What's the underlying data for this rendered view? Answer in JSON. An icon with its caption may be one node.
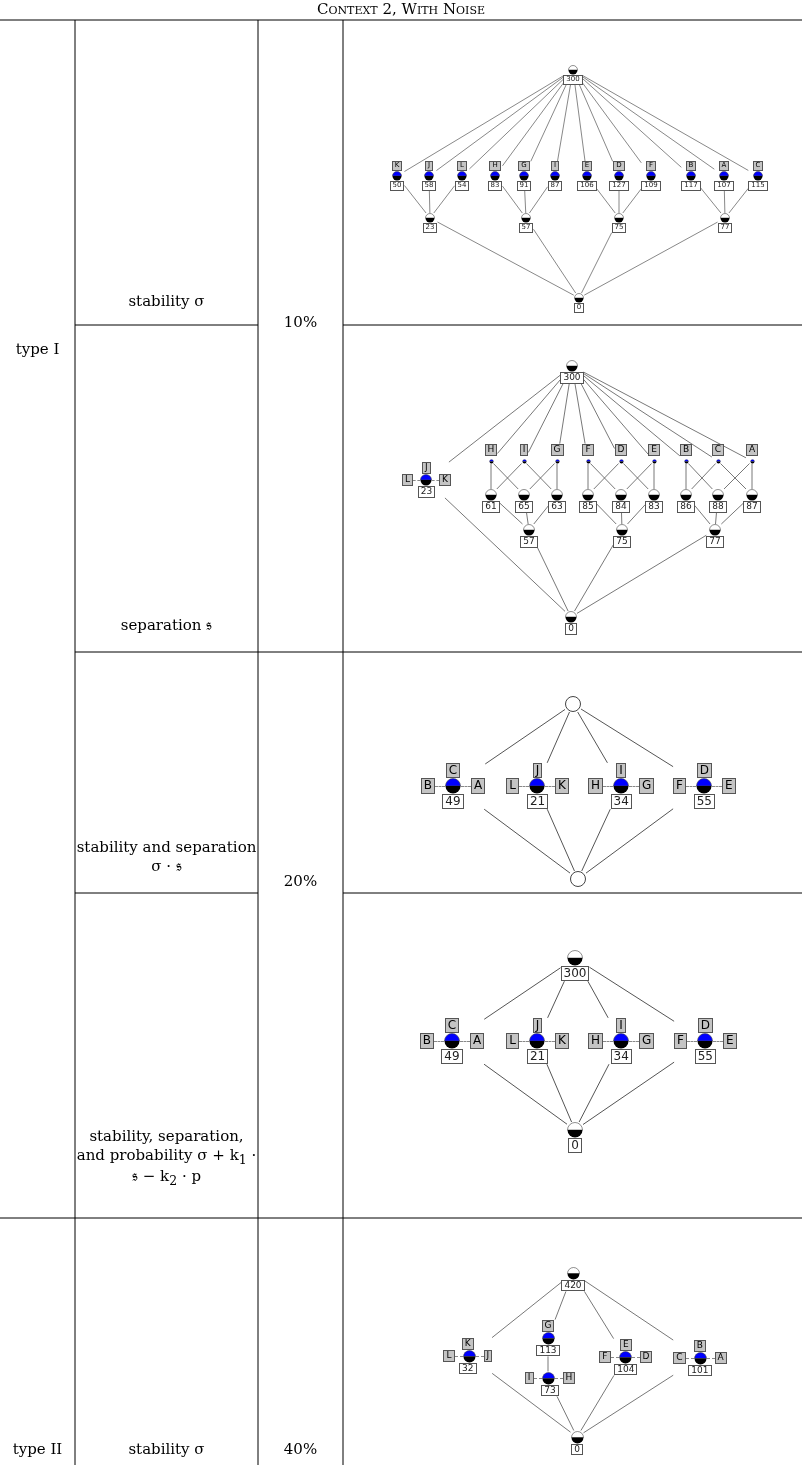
{
  "diagram": {
    "title": "Context 2, With Noise",
    "nodes": [
      {
        "text": [
          "300"
        ]
      },
      {
        "text": [
          "K",
          "50"
        ]
      },
      {
        "text": [
          "J",
          "58"
        ]
      },
      {
        "text": [
          "L",
          "54"
        ]
      },
      {
        "text": [
          "H",
          "83"
        ]
      },
      {
        "text": [
          "G",
          "91"
        ]
      },
      {
        "text": [
          "I",
          "87"
        ]
      },
      {
        "text": [
          "E",
          "106"
        ]
      },
      {
        "text": [
          "D",
          "127"
        ]
      },
      {
        "text": [
          "F",
          "109"
        ]
      },
      {
        "text": [
          "B",
          "117"
        ]
      },
      {
        "text": [
          "A",
          "107"
        ]
      },
      {
        "text": [
          "C",
          "115"
        ]
      },
      {
        "text": [
          "23"
        ]
      },
      {
        "text": [
          "57"
        ]
      },
      {
        "text": [
          "75"
        ]
      },
      {
        "text": [
          "77"
        ]
      },
      {
        "text": [
          "0"
        ]
      },
      {
        "text": [
          "300"
        ]
      },
      {
        "text": [
          "L",
          "J",
          "K",
          "23"
        ]
      },
      {
        "text": [
          "H"
        ]
      },
      {
        "text": [
          "I"
        ]
      },
      {
        "text": [
          "G"
        ]
      },
      {
        "text": [
          "F"
        ]
      },
      {
        "text": [
          "D"
        ]
      },
      {
        "text": [
          "E"
        ]
      },
      {
        "text": [
          "B"
        ]
      },
      {
        "text": [
          "C"
        ]
      },
      {
        "text": [
          "A"
        ]
      },
      {
        "text": [
          "61"
        ]
      },
      {
        "text": [
          "65"
        ]
      },
      {
        "text": [
          "63"
        ]
      },
      {
        "text": [
          "85"
        ]
      },
      {
        "text": [
          "84"
        ]
      },
      {
        "text": [
          "83"
        ]
      },
      {
        "text": [
          "86"
        ]
      },
      {
        "text": [
          "88"
        ]
      },
      {
        "text": [
          "87"
        ]
      },
      {
        "text": [
          "57"
        ]
      },
      {
        "text": [
          "75"
        ]
      },
      {
        "text": [
          "77"
        ]
      },
      {
        "text": [
          "0"
        ]
      },
      {
        "text": [],
        "shape": "circle"
      },
      {
        "text": [
          "B",
          "C",
          "A",
          "49"
        ]
      },
      {
        "text": [
          "L",
          "J",
          "K",
          "21"
        ]
      },
      {
        "text": [
          "H",
          "I",
          "G",
          "34"
        ]
      },
      {
        "text": [
          "F",
          "D",
          "E",
          "55"
        ]
      },
      {
        "text": [],
        "shape": "circle"
      },
      {
        "text": [
          "300"
        ]
      },
      {
        "text": [
          "B",
          "C",
          "A",
          "49"
        ]
      },
      {
        "text": [
          "L",
          "J",
          "K",
          "21"
        ]
      },
      {
        "text": [
          "H",
          "I",
          "G",
          "34"
        ]
      },
      {
        "text": [
          "F",
          "D",
          "E",
          "55"
        ]
      },
      {
        "text": [
          "0"
        ]
      },
      {
        "text": [
          "420"
        ]
      },
      {
        "text": [
          "L",
          "K",
          "J",
          "32"
        ]
      },
      {
        "text": [
          "G",
          "113"
        ]
      },
      {
        "text": [
          "I",
          "H",
          "73"
        ]
      },
      {
        "text": [
          "F",
          "E",
          "D",
          "104"
        ]
      },
      {
        "text": [
          "C",
          "B",
          "A",
          "101"
        ]
      },
      {
        "text": [
          "0"
        ]
      }
    ],
    "edges": [
      {
        "from": 0,
        "to": 1,
        "arrow": "none"
      },
      {
        "from": 0,
        "to": 2,
        "arrow": "none"
      },
      {
        "from": 0,
        "to": 3,
        "arrow": "none"
      },
      {
        "from": 0,
        "to": 4,
        "arrow": "none"
      },
      {
        "from": 0,
        "to": 5,
        "arrow": "none"
      },
      {
        "from": 0,
        "to": 6,
        "arrow": "none"
      },
      {
        "from": 0,
        "to": 7,
        "arrow": "none"
      },
      {
        "from": 0,
        "to": 8,
        "arrow": "none"
      },
      {
        "from": 0,
        "to": 9,
        "arrow": "none"
      },
      {
        "from": 0,
        "to": 10,
        "arrow": "none"
      },
      {
        "from": 0,
        "to": 11,
        "arrow": "none"
      },
      {
        "from": 0,
        "to": 12,
        "arrow": "none"
      },
      {
        "from": 1,
        "to": 13,
        "arrow": "none"
      },
      {
        "from": 2,
        "to": 13,
        "arrow": "none"
      },
      {
        "from": 3,
        "to": 13,
        "arrow": "none"
      },
      {
        "from": 4,
        "to": 14,
        "arrow": "none"
      },
      {
        "from": 5,
        "to": 14,
        "arrow": "none"
      },
      {
        "from": 6,
        "to": 14,
        "arrow": "none"
      },
      {
        "from": 7,
        "to": 15,
        "arrow": "none"
      },
      {
        "from": 8,
        "to": 15,
        "arrow": "none"
      },
      {
        "from": 9,
        "to": 15,
        "arrow": "none"
      },
      {
        "from": 10,
        "to": 16,
        "arrow": "none"
      },
      {
        "from": 11,
        "to": 16,
        "arrow": "none"
      },
      {
        "from": 12,
        "to": 16,
        "arrow": "none"
      },
      {
        "from": 13,
        "to": 17,
        "arrow": "none"
      },
      {
        "from": 14,
        "to": 17,
        "arrow": "none"
      },
      {
        "from": 15,
        "to": 17,
        "arrow": "none"
      },
      {
        "from": 16,
        "to": 17,
        "arrow": "none"
      },
      {
        "from": 18,
        "to": 19,
        "arrow": "none"
      },
      {
        "from": 18,
        "to": 20,
        "arrow": "none"
      },
      {
        "from": 18,
        "to": 21,
        "arrow": "none"
      },
      {
        "from": 18,
        "to": 22,
        "arrow": "none"
      },
      {
        "from": 18,
        "to": 23,
        "arrow": "none"
      },
      {
        "from": 18,
        "to": 24,
        "arrow": "none"
      },
      {
        "from": 18,
        "to": 25,
        "arrow": "none"
      },
      {
        "from": 18,
        "to": 26,
        "arrow": "none"
      },
      {
        "from": 18,
        "to": 27,
        "arrow": "none"
      },
      {
        "from": 18,
        "to": 28,
        "arrow": "none"
      },
      {
        "from": 20,
        "to": 29,
        "arrow": "none"
      },
      {
        "from": 20,
        "to": 30,
        "arrow": "none"
      },
      {
        "from": 21,
        "to": 29,
        "arrow": "none"
      },
      {
        "from": 21,
        "to": 31,
        "arrow": "none"
      },
      {
        "from": 22,
        "to": 30,
        "arrow": "none"
      },
      {
        "from": 22,
        "to": 31,
        "arrow": "none"
      },
      {
        "from": 23,
        "to": 32,
        "arrow": "none"
      },
      {
        "from": 23,
        "to": 33,
        "arrow": "none"
      },
      {
        "from": 24,
        "to": 32,
        "arrow": "none"
      },
      {
        "from": 24,
        "to": 34,
        "arrow": "none"
      },
      {
        "from": 25,
        "to": 33,
        "arrow": "none"
      },
      {
        "from": 25,
        "to": 34,
        "arrow": "none"
      },
      {
        "from": 26,
        "to": 35,
        "arrow": "none"
      },
      {
        "from": 26,
        "to": 36,
        "arrow": "none"
      },
      {
        "from": 27,
        "to": 35,
        "arrow": "none"
      },
      {
        "from": 27,
        "to": 37,
        "arrow": "none"
      },
      {
        "from": 28,
        "to": 36,
        "arrow": "none"
      },
      {
        "from": 28,
        "to": 37,
        "arrow": "none"
      },
      {
        "from": 29,
        "to": 38,
        "arrow": "none"
      },
      {
        "from": 30,
        "to": 38,
        "arrow": "none"
      },
      {
        "from": 31,
        "to": 38,
        "arrow": "none"
      },
      {
        "from": 32,
        "to": 39,
        "arrow": "none"
      },
      {
        "from": 33,
        "to": 39,
        "arrow": "none"
      },
      {
        "from": 34,
        "to": 39,
        "arrow": "none"
      },
      {
        "from": 35,
        "to": 40,
        "arrow": "none"
      },
      {
        "from": 36,
        "to": 40,
        "arrow": "none"
      },
      {
        "from": 37,
        "to": 40,
        "arrow": "none"
      },
      {
        "from": 19,
        "to": 41,
        "arrow": "none"
      },
      {
        "from": 38,
        "to": 41,
        "arrow": "none"
      },
      {
        "from": 39,
        "to": 41,
        "arrow": "none"
      },
      {
        "from": 40,
        "to": 41,
        "arrow": "none"
      },
      {
        "from": 42,
        "to": 43,
        "arrow": "none"
      },
      {
        "from": 42,
        "to": 44,
        "arrow": "none"
      },
      {
        "from": 42,
        "to": 45,
        "arrow": "none"
      },
      {
        "from": 42,
        "to": 46,
        "arrow": "none"
      },
      {
        "from": 43,
        "to": 47,
        "arrow": "none"
      },
      {
        "from": 44,
        "to": 47,
        "arrow": "none"
      },
      {
        "from": 45,
        "to": 47,
        "arrow": "none"
      },
      {
        "from": 46,
        "to": 47,
        "arrow": "none"
      },
      {
        "from": 48,
        "to": 49,
        "arrow": "none"
      },
      {
        "from": 48,
        "to": 50,
        "arrow": "none"
      },
      {
        "from": 48,
        "to": 51,
        "arrow": "none"
      },
      {
        "from": 48,
        "to": 52,
        "arrow": "none"
      },
      {
        "from": 49,
        "to": 53,
        "arrow": "none"
      },
      {
        "from": 50,
        "to": 53,
        "arrow": "none"
      },
      {
        "from": 51,
        "to": 53,
        "arrow": "none"
      },
      {
        "from": 52,
        "to": 53,
        "arrow": "none"
      },
      {
        "from": 54,
        "to": 55,
        "arrow": "none"
      },
      {
        "from": 54,
        "to": 56,
        "arrow": "none"
      },
      {
        "from": 54,
        "to": 58,
        "arrow": "none"
      },
      {
        "from": 54,
        "to": 59,
        "arrow": "none"
      },
      {
        "from": 56,
        "to": 57,
        "arrow": "none"
      },
      {
        "from": 55,
        "to": 60,
        "arrow": "none"
      },
      {
        "from": 57,
        "to": 60,
        "arrow": "none"
      },
      {
        "from": 58,
        "to": 60,
        "arrow": "none"
      },
      {
        "from": 59,
        "to": 60,
        "arrow": "none"
      }
    ],
    "labels": [
      "type I",
      "stability σ",
      "10%",
      "separation 𝔰",
      "stability and separation σ · 𝔰",
      "20%",
      "stability, separation, and probability σ + k$_{1}$ · 𝔰 − k$_{2}$ · p",
      "type II",
      "stability σ",
      "40%"
    ]
  }
}
